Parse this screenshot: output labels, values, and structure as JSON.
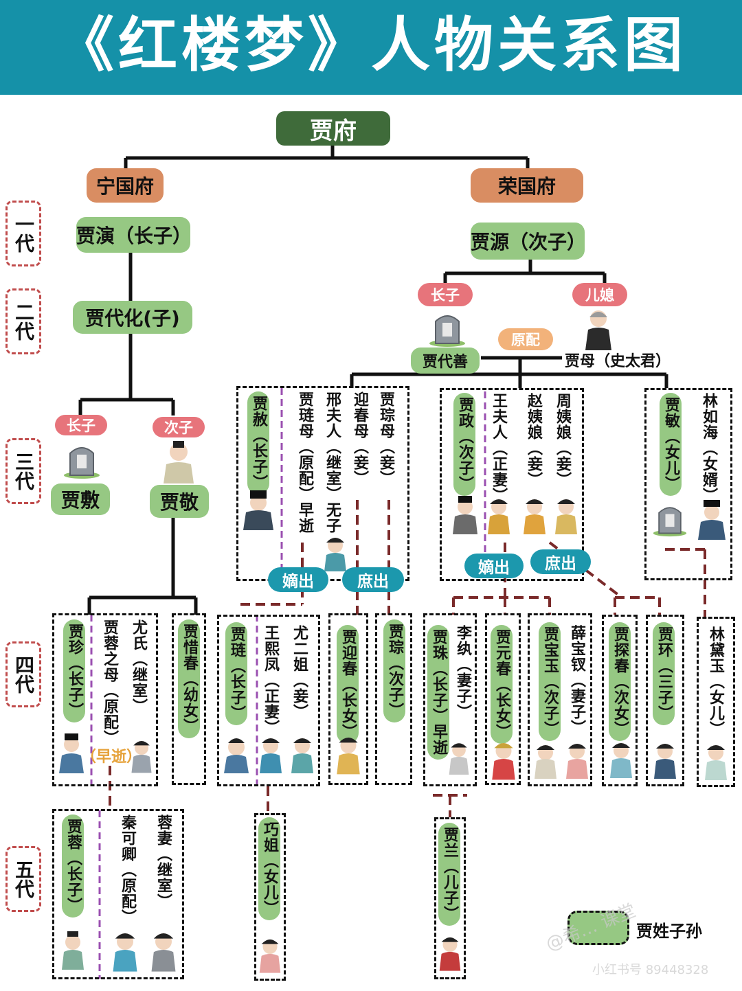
{
  "title": "《红楼梦》人物关系图",
  "root": "贾府",
  "houses": {
    "ning": "宁国府",
    "rong": "荣国府"
  },
  "generations": [
    "一代",
    "二代",
    "三代",
    "四代",
    "五代"
  ],
  "gen1": {
    "ning": "贾演（长子）",
    "rong": "贾源（次子）"
  },
  "gen2": {
    "ning": "贾代化(子)",
    "rong_son_tag": "长子",
    "rong_wife_tag": "儿媳",
    "rong_son": "贾代善",
    "rong_wife": "贾母（史太君）",
    "spouse_tag": "原配"
  },
  "gen3": {
    "ning_tags": [
      "长子",
      "次子"
    ],
    "ning_names": [
      "贾敷",
      "贾敬"
    ],
    "she_group": [
      "贾赦（长子）",
      "贾琏母（原配）早逝",
      "邢夫人（继室）无子",
      "迎春母（妾）",
      "贾琮母（妾）"
    ],
    "zheng_group": [
      "贾政（次子）",
      "王夫人（正妻）",
      "赵姨娘（妾）",
      "周姨娘（妾）"
    ],
    "min_group": [
      "贾敏（女儿）",
      "林如海（女婿）"
    ],
    "tags": {
      "di": "嫡出",
      "shu": "庶出"
    }
  },
  "gen4": {
    "zhen_group": [
      "贾珍（长子）",
      "贾蓉之母（原配）",
      "尤氏（继室）"
    ],
    "early_death": "（早逝）",
    "xichun": "贾惜春（幼女）",
    "lian_group": [
      "贾琏（长子）",
      "王熙凤（正妻）",
      "尤二姐（妾）"
    ],
    "yingchun": "贾迎春（长女）",
    "zong": "贾琮（次子）",
    "zhu_group": [
      "贾珠（长子）早逝",
      "李纨（妻子）"
    ],
    "yuanchun": "贾元春（长女）",
    "baoyu_group": [
      "贾宝玉（次子）",
      "薛宝钗（妻子）"
    ],
    "tanchun": "贾探春（次女）",
    "huan": "贾环（三子）",
    "daiyu": "林黛玉（女儿）"
  },
  "gen5": {
    "rong_group": [
      "贾蓉（长子）",
      "秦可卿（原配）",
      "蓉妻（继室）"
    ],
    "qiaojie": "巧姐（女儿）",
    "lan": "贾兰（儿子）"
  },
  "legend": "贾姓子孙",
  "watermarks": [
    "@希… 课堂",
    "小红书号 89448328"
  ],
  "colors": {
    "banner": "#1591a8",
    "green": "#96c883",
    "dark_green": "#3f6b3a",
    "house": "#d98d62",
    "pink": "#e7747b",
    "teal": "#1c98ad",
    "gen_border": "#c04c4c"
  }
}
